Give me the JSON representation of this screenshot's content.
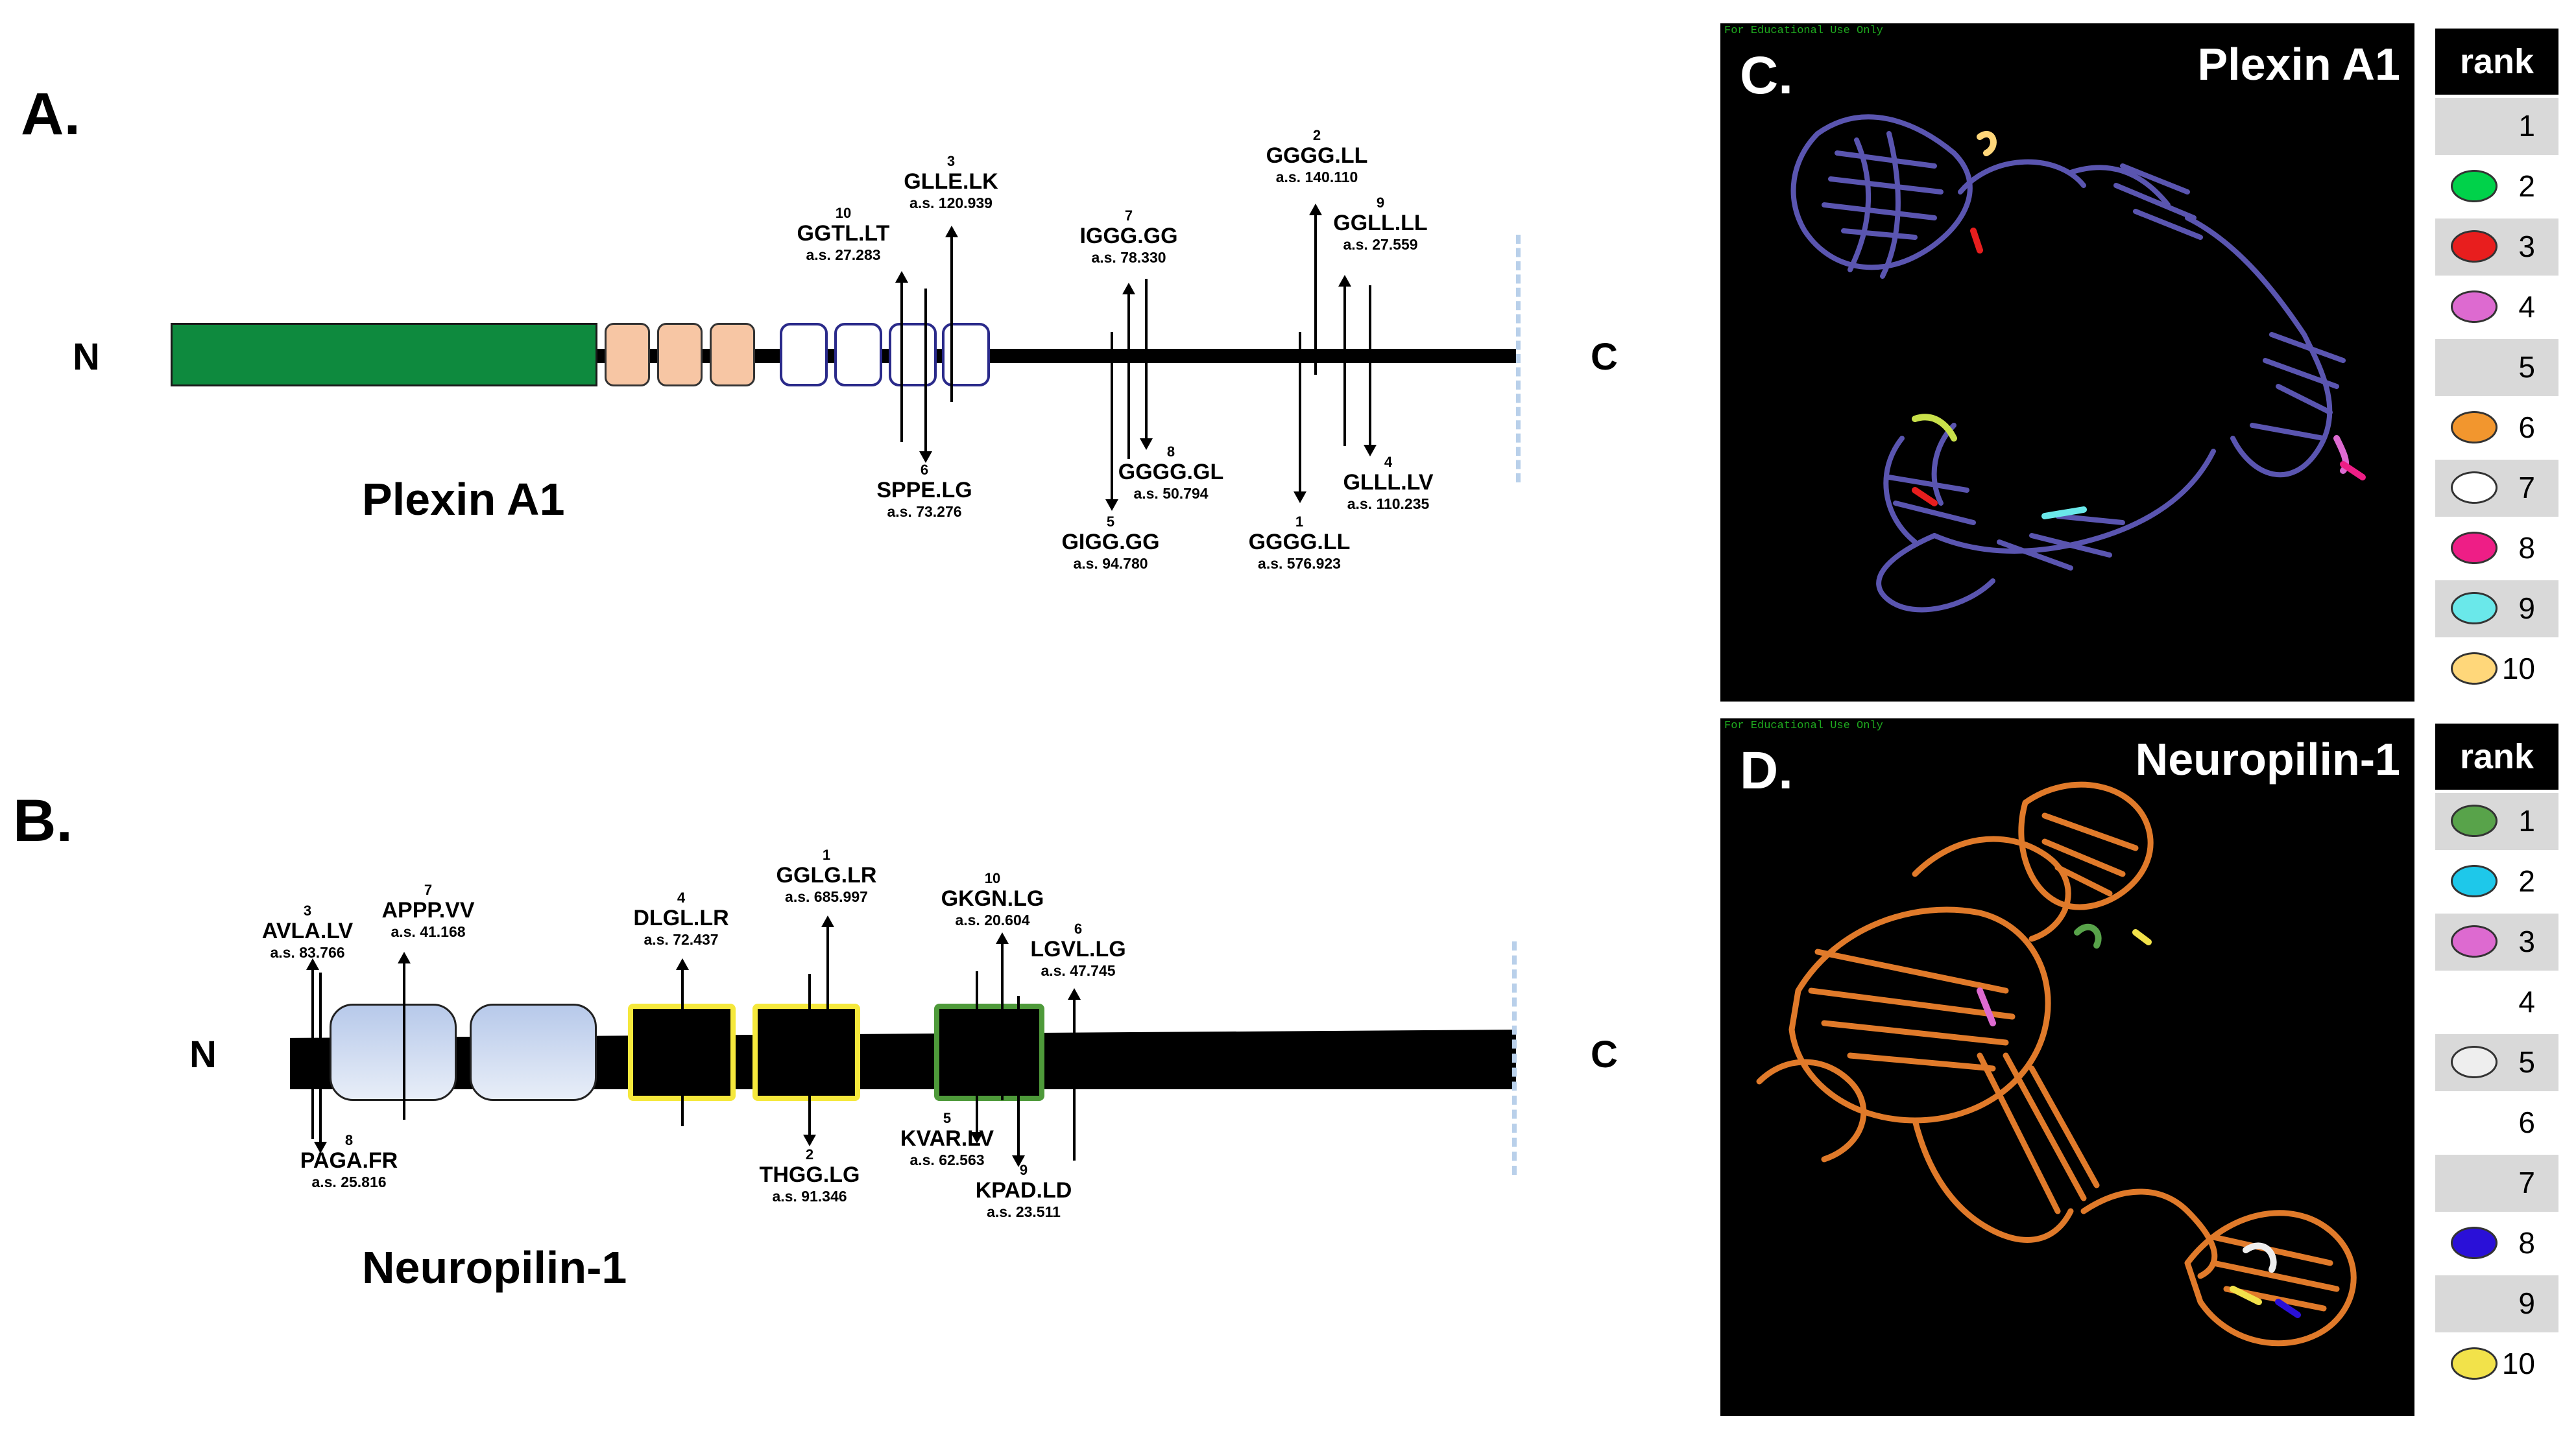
{
  "panels": {
    "A": "A.",
    "B": "B.",
    "C": "C.",
    "D": "D.",
    "n_label": "N",
    "c_label": "C"
  },
  "plexin": {
    "name": "Plexin A1",
    "peptides": [
      {
        "rank": "1",
        "seq": "GGGG.LL",
        "as": "a.s. 576.923"
      },
      {
        "rank": "2",
        "seq": "GGGG.LL",
        "as": "a.s. 140.110"
      },
      {
        "rank": "3",
        "seq": "GLLE.LK",
        "as": "a.s. 120.939"
      },
      {
        "rank": "4",
        "seq": "GLLL.LV",
        "as": "a.s. 110.235"
      },
      {
        "rank": "5",
        "seq": "GIGG.GG",
        "as": "a.s. 94.780"
      },
      {
        "rank": "6",
        "seq": "SPPE.LG",
        "as": "a.s. 73.276"
      },
      {
        "rank": "7",
        "seq": "IGGG.GG",
        "as": "a.s. 78.330"
      },
      {
        "rank": "8",
        "seq": "GGGG.GL",
        "as": "a.s. 50.794"
      },
      {
        "rank": "9",
        "seq": "GGLL.LL",
        "as": "a.s. 27.559"
      },
      {
        "rank": "10",
        "seq": "GGTL.LT",
        "as": "a.s. 27.283"
      }
    ]
  },
  "neuropilin": {
    "name": "Neuropilin-1",
    "peptides": [
      {
        "rank": "1",
        "seq": "GGLG.LR",
        "as": "a.s. 685.997"
      },
      {
        "rank": "2",
        "seq": "THGG.LG",
        "as": "a.s. 91.346"
      },
      {
        "rank": "3",
        "seq": "AVLA.LV",
        "as": "a.s. 83.766"
      },
      {
        "rank": "4",
        "seq": "DLGL.LR",
        "as": "a.s. 72.437"
      },
      {
        "rank": "5",
        "seq": "KVAR.LV",
        "as": "a.s. 62.563"
      },
      {
        "rank": "6",
        "seq": "LGVL.LG",
        "as": "a.s. 47.745"
      },
      {
        "rank": "7",
        "seq": "APPP.VV",
        "as": "a.s. 41.168"
      },
      {
        "rank": "8",
        "seq": "PAGA.FR",
        "as": "a.s. 25.816"
      },
      {
        "rank": "9",
        "seq": "KPAD.LD",
        "as": "a.s. 23.511"
      },
      {
        "rank": "10",
        "seq": "GKGN.LG",
        "as": "a.s. 20.604"
      }
    ]
  },
  "structures": {
    "watermark": "For Educational Use Only",
    "c_title": "Plexin A1",
    "d_title": "Neuropilin-1",
    "c_color": "#5a55b0",
    "d_color": "#e07a2a"
  },
  "rank_tables": {
    "header": "rank",
    "c_rows": [
      {
        "n": "1",
        "color": ""
      },
      {
        "n": "2",
        "color": "#00d24a"
      },
      {
        "n": "3",
        "color": "#e81e1e"
      },
      {
        "n": "4",
        "color": "#dd6ad0"
      },
      {
        "n": "5",
        "color": ""
      },
      {
        "n": "6",
        "color": "#f2962e"
      },
      {
        "n": "7",
        "color": "#ffffff"
      },
      {
        "n": "8",
        "color": "#ee1e86"
      },
      {
        "n": "9",
        "color": "#6ae8ea"
      },
      {
        "n": "10",
        "color": "#ffd77a"
      }
    ],
    "d_rows": [
      {
        "n": "1",
        "color": "#58a34a"
      },
      {
        "n": "2",
        "color": "#1ec8ea"
      },
      {
        "n": "3",
        "color": "#dd6ad0"
      },
      {
        "n": "4",
        "color": ""
      },
      {
        "n": "5",
        "color": "#eeeeee"
      },
      {
        "n": "6",
        "color": ""
      },
      {
        "n": "7",
        "color": ""
      },
      {
        "n": "8",
        "color": "#2a10d8"
      },
      {
        "n": "9",
        "color": ""
      },
      {
        "n": "10",
        "color": "#f2e24a"
      }
    ]
  }
}
